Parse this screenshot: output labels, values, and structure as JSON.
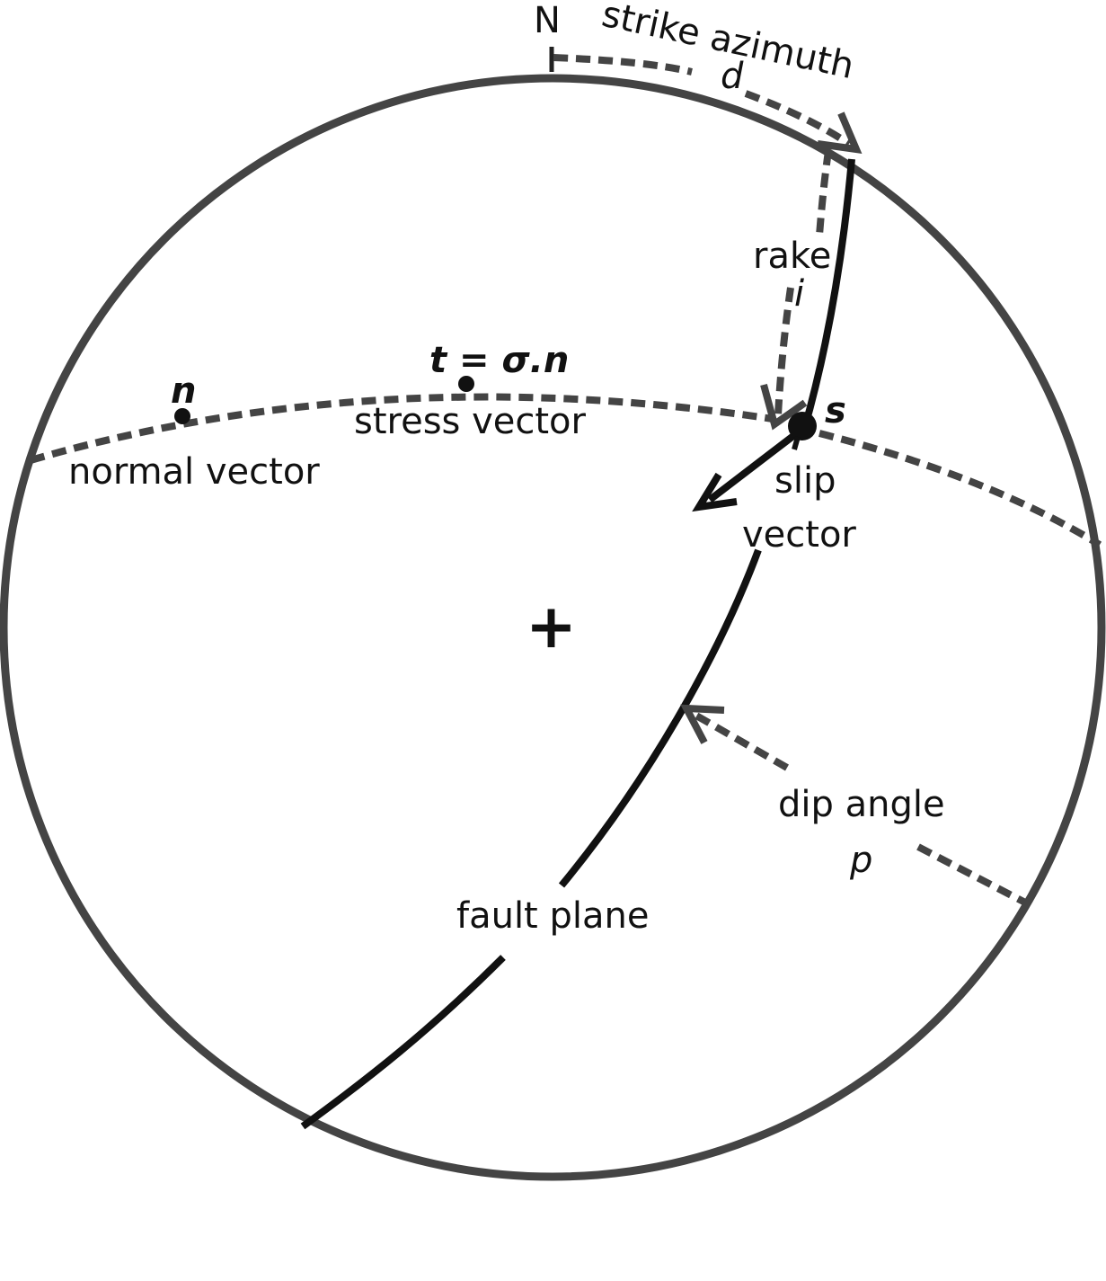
{
  "diagram": {
    "colors": {
      "circle": "#444444",
      "fault_plane": "#111111",
      "dashed": "#444444",
      "points": "#111111",
      "text": "#111111",
      "background": "#ffffff"
    },
    "labels": {
      "north": "N",
      "strike_azimuth": "strike azimuth",
      "strike_symbol": "d",
      "rake": "rake",
      "rake_symbol": "i",
      "stress_formula": "t = σ.n",
      "normal_symbol": "n",
      "stress_vector": "stress vector",
      "normal_vector": "normal vector",
      "slip_symbol": "s",
      "slip_line1": "slip",
      "slip_line2": "vector",
      "center_mark": "+",
      "dip_angle": "dip angle",
      "dip_symbol": "p",
      "fault_plane": "fault plane"
    }
  }
}
